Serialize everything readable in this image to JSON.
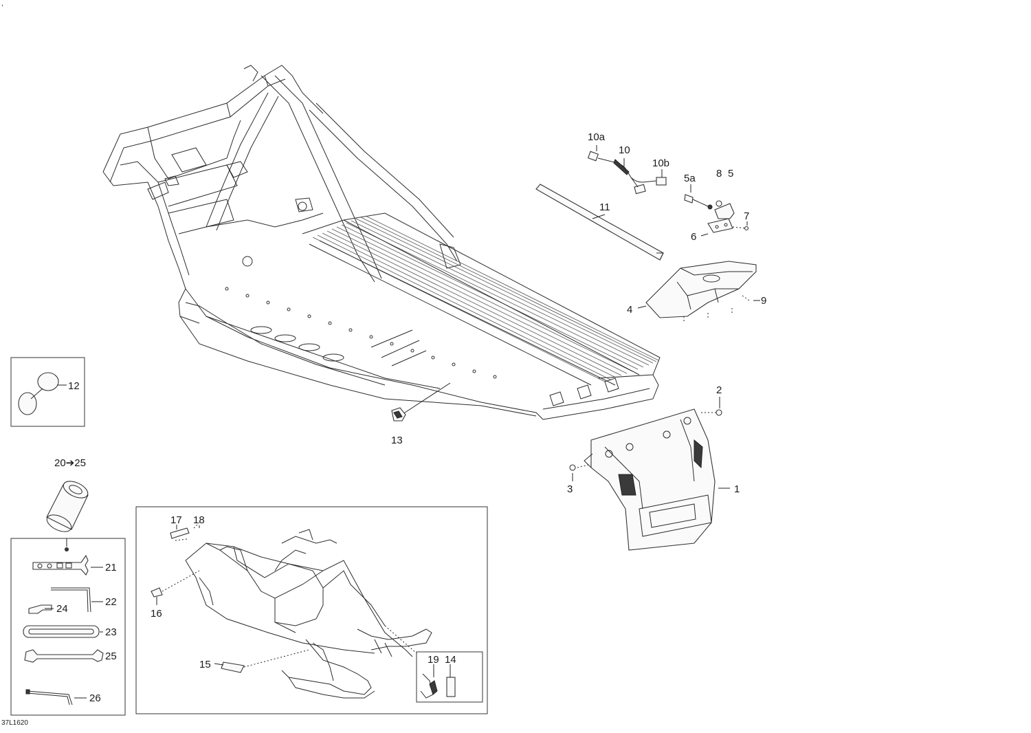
{
  "drawing_id": "37L1620",
  "corner_mark": ",",
  "callouts": {
    "c1": "1",
    "c2": "2",
    "c3": "3",
    "c4": "4",
    "c5": "5",
    "c5a": "5a",
    "c6": "6",
    "c7": "7",
    "c8": "8",
    "c9": "9",
    "c10": "10",
    "c10a": "10a",
    "c10b": "10b",
    "c11": "11",
    "c12": "12",
    "c13": "13",
    "c14": "14",
    "c15": "15",
    "c16": "16",
    "c17": "17",
    "c18": "18",
    "c19": "19",
    "c20_25": "20➔25",
    "c21": "21",
    "c22": "22",
    "c23": "23",
    "c24": "24",
    "c25": "25",
    "c26": "26"
  },
  "colors": {
    "line": "#2a2a2a",
    "dark_fill": "#3a3a3a",
    "background": "#ffffff"
  }
}
